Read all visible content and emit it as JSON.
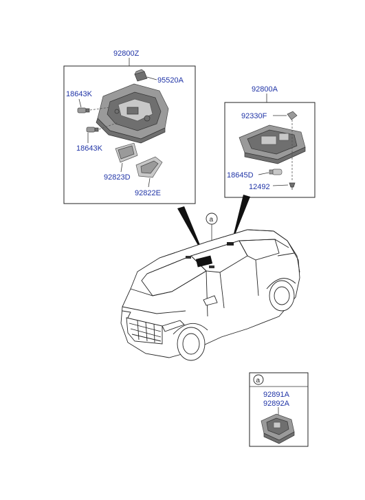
{
  "assemblies": {
    "left_box": {
      "title": "92800Z",
      "labels": {
        "p95520A": "95520A",
        "p18643K_top": "18643K",
        "p18643K_bottom": "18643K",
        "p92823D": "92823D",
        "p92822E": "92822E"
      }
    },
    "right_box": {
      "title": "92800A",
      "labels": {
        "p92330F": "92330F",
        "p18645D": "18645D",
        "p12492": "12492"
      }
    },
    "detail_box": {
      "callout": "a",
      "labels": {
        "p92891A": "92891A",
        "p92892A": "92892A"
      }
    }
  },
  "callouts": {
    "upper": "a",
    "lower": "a"
  },
  "icons": [
    "overhead-console-icon",
    "map-lamp-icon",
    "room-lamp-icon",
    "vehicle-icon",
    "bulb-icon",
    "lens-icon"
  ]
}
